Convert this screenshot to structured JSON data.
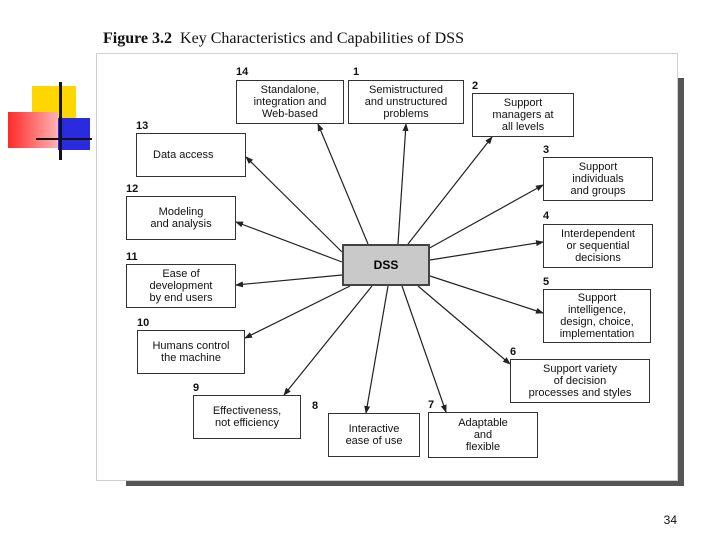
{
  "figure": {
    "label": "Figure 3.2",
    "title": "Key Characteristics and Capabilities of DSS",
    "center_label": "DSS"
  },
  "boxes": [
    {
      "num": "1",
      "text": "Semistructured\nand unstructured\nproblems"
    },
    {
      "num": "2",
      "text": "Support\nmanagers at\nall levels"
    },
    {
      "num": "3",
      "text": "Support\nindividuals\nand groups"
    },
    {
      "num": "4",
      "text": "Interdependent\nor sequential\ndecisions"
    },
    {
      "num": "5",
      "text": "Support\nintelligence,\ndesign, choice,\nimplementation"
    },
    {
      "num": "6",
      "text": "Support variety\nof decision\nprocesses and styles"
    },
    {
      "num": "7",
      "text": "Adaptable\nand\nflexible"
    },
    {
      "num": "8",
      "text": "Interactive\nease of use"
    },
    {
      "num": "9",
      "text": "Effectiveness,\nnot efficiency"
    },
    {
      "num": "10",
      "text": "Humans control\nthe machine"
    },
    {
      "num": "11",
      "text": "Ease of\ndevelopment\nby end users"
    },
    {
      "num": "12",
      "text": "Modeling\nand analysis"
    },
    {
      "num": "13",
      "text": "Data access"
    },
    {
      "num": "14",
      "text": "Standalone,\nintegration and\nWeb-based"
    }
  ],
  "page_number": "34",
  "colors": {
    "deco_yellow": "#ffd700",
    "deco_red": "#ff3b3b",
    "deco_blue": "#2a2adf",
    "frame_shadow": "#555555",
    "center_fill": "#c9c9c9"
  }
}
